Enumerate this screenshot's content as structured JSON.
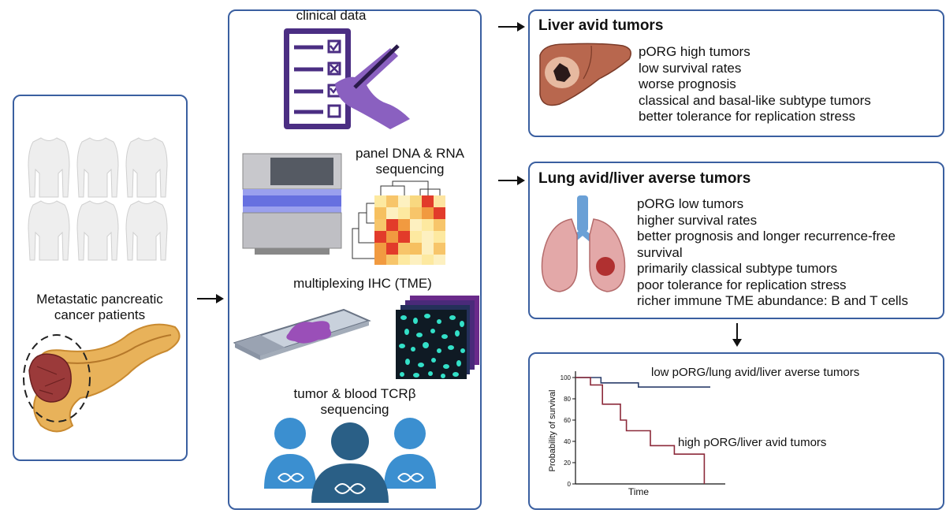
{
  "patients": {
    "label": "Metastatic pancreatic cancer patients",
    "line1": "Metastatic pancreatic",
    "line2": "cancer patients"
  },
  "methods": {
    "clinical": "clinical data",
    "sequencing_line1": "panel DNA & RNA",
    "sequencing_line2": "sequencing",
    "ihc": "multiplexing IHC (TME)",
    "tcr_line1": "tumor & blood TCRβ",
    "tcr_line2": "sequencing"
  },
  "liver": {
    "title": "Liver avid tumors",
    "items": [
      "pORG high tumors",
      "low survival rates",
      "worse prognosis",
      "classical and basal-like subtype tumors",
      "better tolerance for replication stress"
    ]
  },
  "lung": {
    "title": "Lung avid/liver averse tumors",
    "items": [
      "pORG low tumors",
      "higher survival rates",
      "better prognosis and longer recurrence-free",
      "survival",
      "primarily classical subtype tumors",
      "poor tolerance for replication stress",
      "richer immune TME abundance: B and T cells"
    ]
  },
  "chart_data": {
    "type": "line",
    "xlabel": "Time",
    "ylabel": "Probability of survival",
    "ylim": [
      0,
      100
    ],
    "yticks": [
      "0",
      "20",
      "40",
      "60",
      "80",
      "100"
    ],
    "series": [
      {
        "name": "low pORG/lung avid/liver averse tumors",
        "color": "#2b3e6b",
        "steps": [
          [
            0,
            100
          ],
          [
            17,
            100
          ],
          [
            17,
            95
          ],
          [
            42,
            95
          ],
          [
            42,
            91
          ],
          [
            90,
            91
          ]
        ]
      },
      {
        "name": "high pORG/liver avid tumors",
        "color": "#8c2a3a",
        "steps": [
          [
            0,
            100
          ],
          [
            10,
            100
          ],
          [
            10,
            93
          ],
          [
            18,
            93
          ],
          [
            18,
            75
          ],
          [
            30,
            75
          ],
          [
            30,
            60
          ],
          [
            34,
            60
          ],
          [
            34,
            50
          ],
          [
            50,
            50
          ],
          [
            50,
            36
          ],
          [
            66,
            36
          ],
          [
            66,
            28
          ],
          [
            86,
            28
          ],
          [
            86,
            0
          ]
        ]
      }
    ]
  },
  "colors": {
    "border": "#3a5fa0",
    "arrow": "#111111"
  }
}
